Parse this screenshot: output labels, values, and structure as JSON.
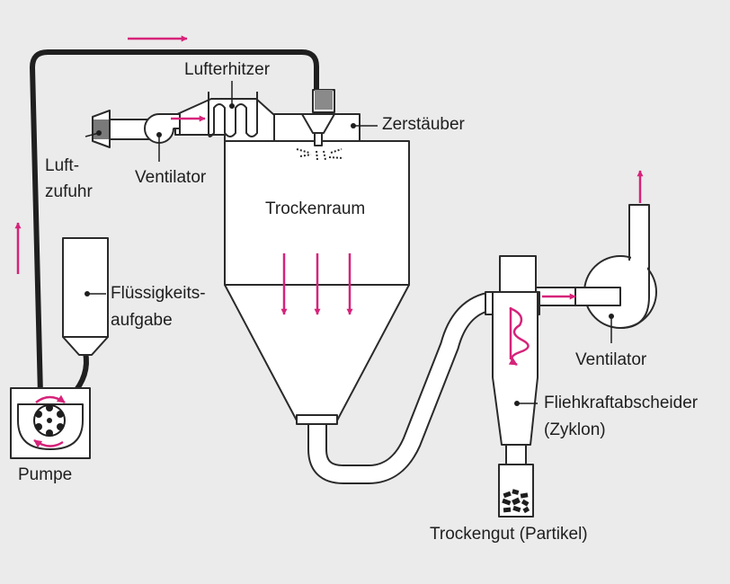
{
  "labels": {
    "lufterhitzer": "Lufterhitzer",
    "zerstaeuber": "Zerstäuber",
    "luftzufuhr_line1": "Luft-",
    "luftzufuhr_line2": "zufuhr",
    "ventilator_left": "Ventilator",
    "trockenraum": "Trockenraum",
    "fluessigkeit_line1": "Flüssigkeits-",
    "fluessigkeit_line2": "aufgabe",
    "pumpe": "Pumpe",
    "ventilator_right": "Ventilator",
    "zyklon_line1": "Fliehkraftabscheider",
    "zyklon_line2": "(Zyklon)",
    "trockengut": "Trockengut (Partikel)"
  },
  "colors": {
    "background": "#ebebeb",
    "outline": "#2a2a2a",
    "arrow": "#d6237a",
    "fill": "#ffffff"
  }
}
